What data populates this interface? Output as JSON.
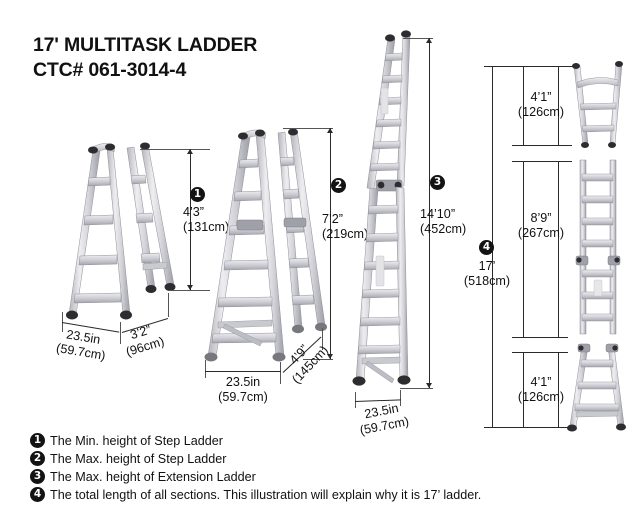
{
  "header": {
    "title_line1": "17' MULTITASK LADDER",
    "title_line2": "CTC# 061-3014-4"
  },
  "markers": {
    "one": "1",
    "two": "2",
    "three": "3",
    "four": "4"
  },
  "figures": {
    "step_ladder_min": {
      "height_label": "4’3”\n(131cm)",
      "height_imperial": "4’3”",
      "height_metric": "(131cm)",
      "width_front_imperial": "23.5in",
      "width_front_metric": "(59.7cm)",
      "width_side_imperial": "3’2”",
      "width_side_metric": "(96cm)"
    },
    "step_ladder_max": {
      "height_imperial": "7’2”",
      "height_metric": "(219cm)",
      "width_front_imperial": "23.5in",
      "width_front_metric": "(59.7cm)",
      "width_side_imperial": "4’9”",
      "width_side_metric": "(145cm)"
    },
    "extension_ladder": {
      "height_imperial": "14’10”",
      "height_metric": "(452cm)",
      "width_front_imperial": "23.5in",
      "width_front_metric": "(59.7cm)"
    },
    "sections": {
      "total_imperial": "17’",
      "total_metric": "(518cm)",
      "top_imperial": "4’1”",
      "top_metric": "(126cm)",
      "middle_imperial": "8’9”",
      "middle_metric": "(267cm)",
      "bottom_imperial": "4’1”",
      "bottom_metric": "(126cm)"
    }
  },
  "legend": [
    {
      "num": "1",
      "text": "The Min. height of Step Ladder"
    },
    {
      "num": "2",
      "text": " The Max. height of Step Ladder"
    },
    {
      "num": "3",
      "text": "The Max. height of Extension Ladder"
    },
    {
      "num": "4",
      "text": "The total length of all sections. This illustration will explain why it is 17’ ladder."
    }
  ],
  "colors": {
    "background": "#ffffff",
    "text": "#111111",
    "dimension_line": "#2a2a2a",
    "aluminum_light": "#e9e9ec",
    "aluminum_mid": "#c6c6cc",
    "aluminum_dark": "#9a9aa2",
    "foot_cap": "#2d2d30"
  }
}
